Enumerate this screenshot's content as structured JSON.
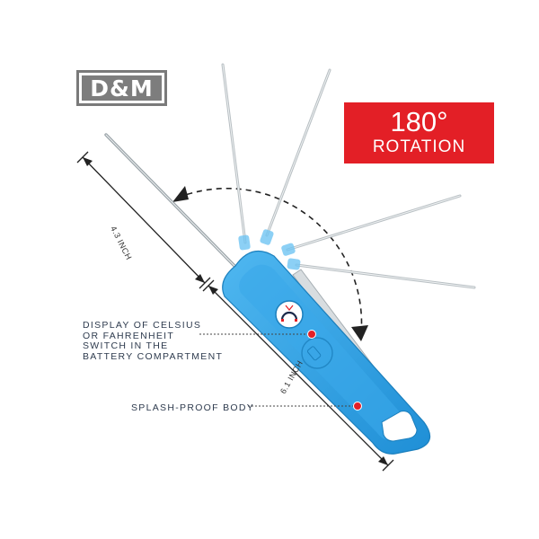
{
  "brand": {
    "logo_text": "D&M"
  },
  "badge": {
    "degrees": "180°",
    "label": "ROTATION"
  },
  "callouts": {
    "display": [
      "DISPLAY OF CELSIUS",
      "OR FAHRENHEIT",
      "SWITCH IN THE",
      "BATTERY COMPARTMENT"
    ],
    "body": "SPLASH-PROOF BODY"
  },
  "dimensions": {
    "probe_length": "4.3 INCH",
    "body_length": "6.1 INCH"
  },
  "colors": {
    "body_blue": "#2f9ee0",
    "badge_red": "#e31f26",
    "text_navy": "#2e3b4e",
    "dot_red": "#e31f26"
  }
}
